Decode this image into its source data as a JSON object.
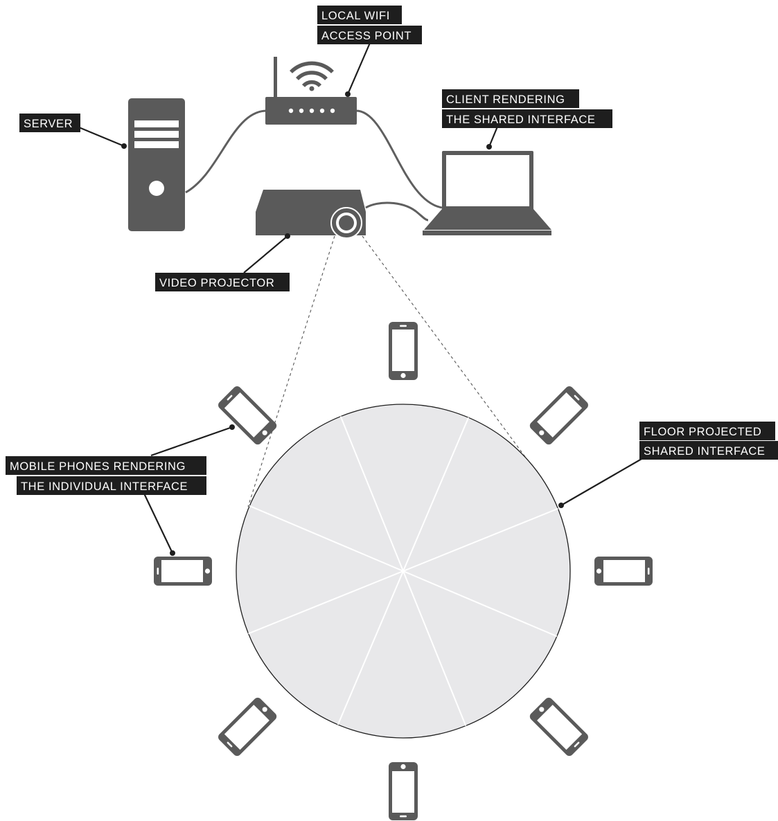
{
  "labels": {
    "wifi_line1": "LOCAL WIFI",
    "wifi_line2": "ACCESS POINT",
    "server": "SERVER",
    "client_line1": "CLIENT RENDERING",
    "client_line2": "THE SHARED INTERFACE",
    "projector": "VIDEO PROJECTOR",
    "floor_line1": "FLOOR PROJECTED",
    "floor_line2": "SHARED INTERFACE",
    "phones_line1": "MOBILE PHONES RENDERING",
    "phones_line2": "THE INDIVIDUAL INTERFACE"
  },
  "icons": {
    "server": "server-tower-icon",
    "router": "wifi-router-icon",
    "laptop": "laptop-icon",
    "projector": "video-projector-icon",
    "phone": "mobile-phone-icon"
  },
  "table": {
    "segments": 8
  },
  "phones": {
    "count": 8
  },
  "colors": {
    "label_background": "#1e1e1e",
    "label_text": "#ffffff",
    "device": "#5a5a5a",
    "table_fill": "#e8e8ea",
    "table_outline": "#1e1e1e",
    "segment_lines": "#ffffff"
  }
}
